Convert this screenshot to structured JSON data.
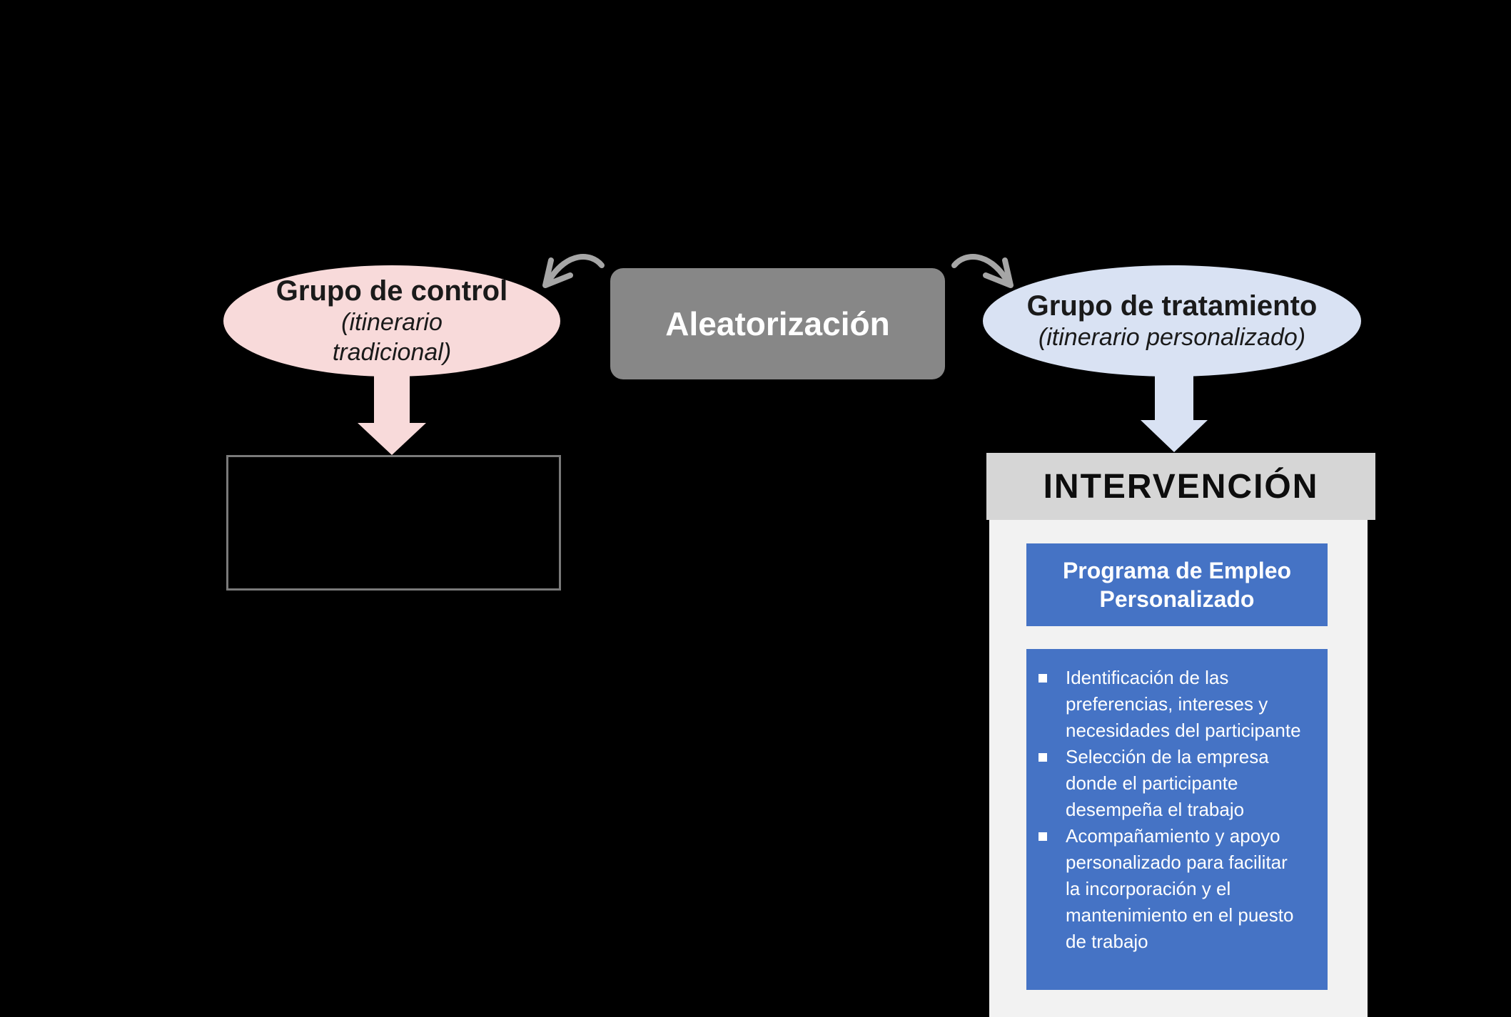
{
  "diagram": {
    "randomization_label": "Aleatorización",
    "control_group": {
      "title": "Grupo de control",
      "subtitle": "(itinerario\ntradicional)"
    },
    "treatment_group": {
      "title": "Grupo de tratamiento",
      "subtitle": "(itinerario personalizado)"
    },
    "intervention": {
      "header": "INTERVENCIÓN",
      "program_label": "Programa de Empleo\nPersonalizado",
      "activities": [
        "Identificación de las\npreferencias, intereses y\nnecesidades del participante",
        "Selección de la empresa\ndonde el participante\ndesempeña el trabajo",
        "Acompañamiento y apoyo\npersonalizado para facilitar\nla incorporación y el\nmantenimiento en el puesto\nde trabajo"
      ]
    },
    "colors": {
      "background": "#000000",
      "control_fill": "#f8dada",
      "treatment_fill": "#d9e2f3",
      "randomization_fill": "#878787",
      "intervention_header_bg": "#d6d6d6",
      "intervention_panel_bg": "#f2f2f2",
      "accent_blue": "#4573c5",
      "connector_gray": "#a6a6a6",
      "outcome_box_border": "#7a7a7a"
    }
  }
}
